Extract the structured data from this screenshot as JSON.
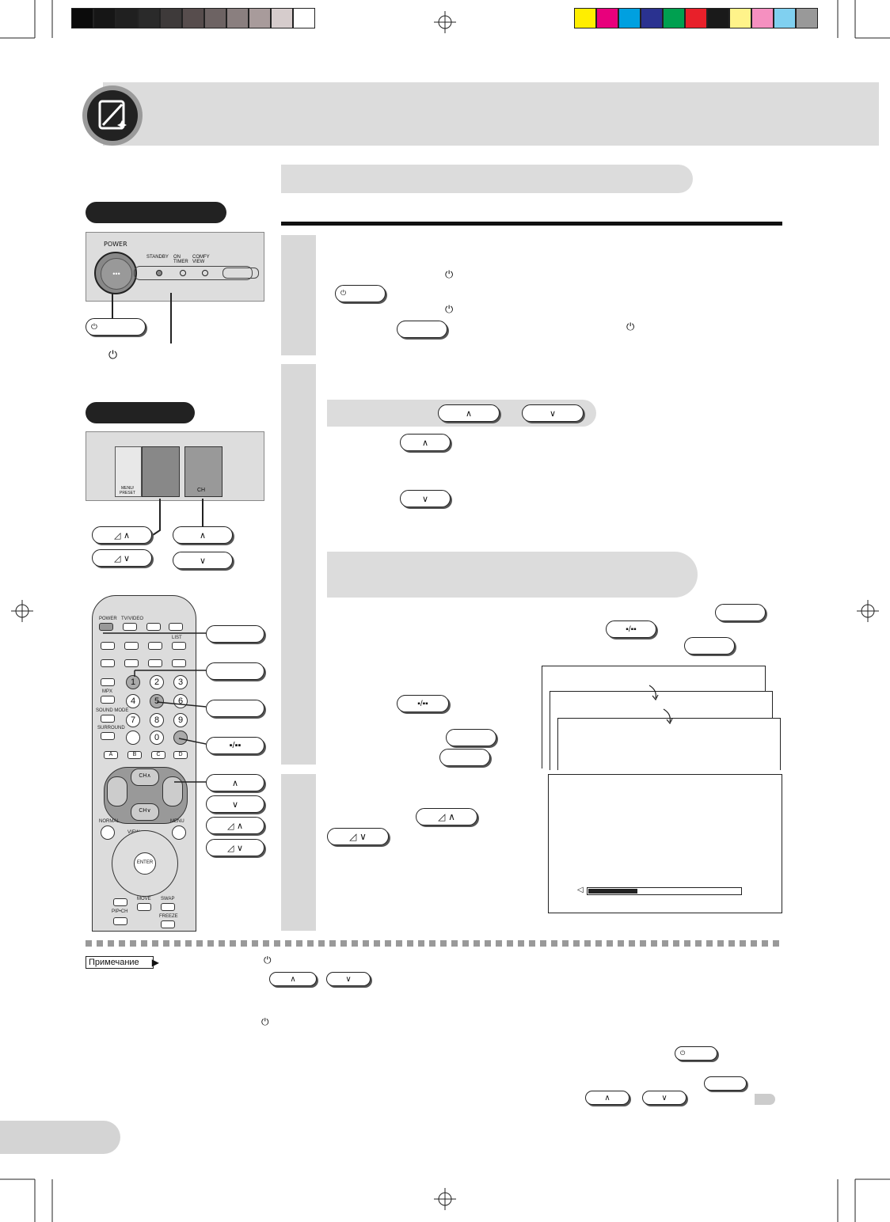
{
  "swatches": {
    "gray": [
      "#0b0b0b",
      "#161616",
      "#202020",
      "#2a2a2a",
      "#3e3a3a",
      "#574d4d",
      "#6d6363",
      "#8a7f7f",
      "#a89b9b",
      "#d6cccc",
      "#ffffff"
    ],
    "color": [
      "#ffee00",
      "#e8007c",
      "#00a0e0",
      "#2a3290",
      "#00a050",
      "#e8202a",
      "#1a1a1a",
      "#fff38a",
      "#f590c0",
      "#80d0f0",
      "#999999"
    ]
  },
  "panel": {
    "power_label": "POWER",
    "standby_label": "STANDBY",
    "on_timer_label": "ON TIMER",
    "comfy_view_label": "COMFY VIEW",
    "menu_preset_label": "MENU/ PRESET",
    "ch_label": "CH"
  },
  "remote": {
    "power": "POWER",
    "tv_video": "TV/VIDEO",
    "list": "LIST",
    "mpx": "MPX",
    "sound_mode": "SOUND MODE",
    "surround": "SURROUND",
    "letters": [
      "A",
      "B",
      "C",
      "D"
    ],
    "numbers": [
      "1",
      "2",
      "3",
      "4",
      "5",
      "6",
      "7",
      "8",
      "9",
      "0"
    ],
    "ch_up": "CH∧",
    "ch_down": "CH∨",
    "normal": "NORMAL",
    "menu": "MENU",
    "enter": "ENTER",
    "move": "MOVE",
    "swap": "SWAP",
    "pip_ch": "PIP•CH",
    "freeze": "FREEZE",
    "view": "VIEW"
  },
  "note_label": "Примечание",
  "volume_level": 0.32,
  "icons": {
    "header": "tv-edit-icon",
    "power": "power-icon",
    "volume": "speaker-icon"
  }
}
